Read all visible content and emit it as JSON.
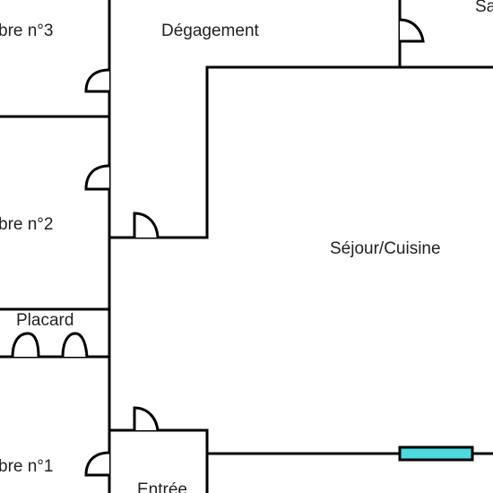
{
  "rooms": {
    "chambre3": "bre n°3",
    "degagement": "Dégagement",
    "salle": "Sa",
    "chambre2": "bre n°2",
    "sejour": "Séjour/Cuisine",
    "placard": "Placard",
    "chambre1": "bre n°1",
    "entree": "Entrée"
  },
  "colors": {
    "wall": "#000000",
    "window": "#4dd9e0",
    "background": "#ffffff"
  }
}
